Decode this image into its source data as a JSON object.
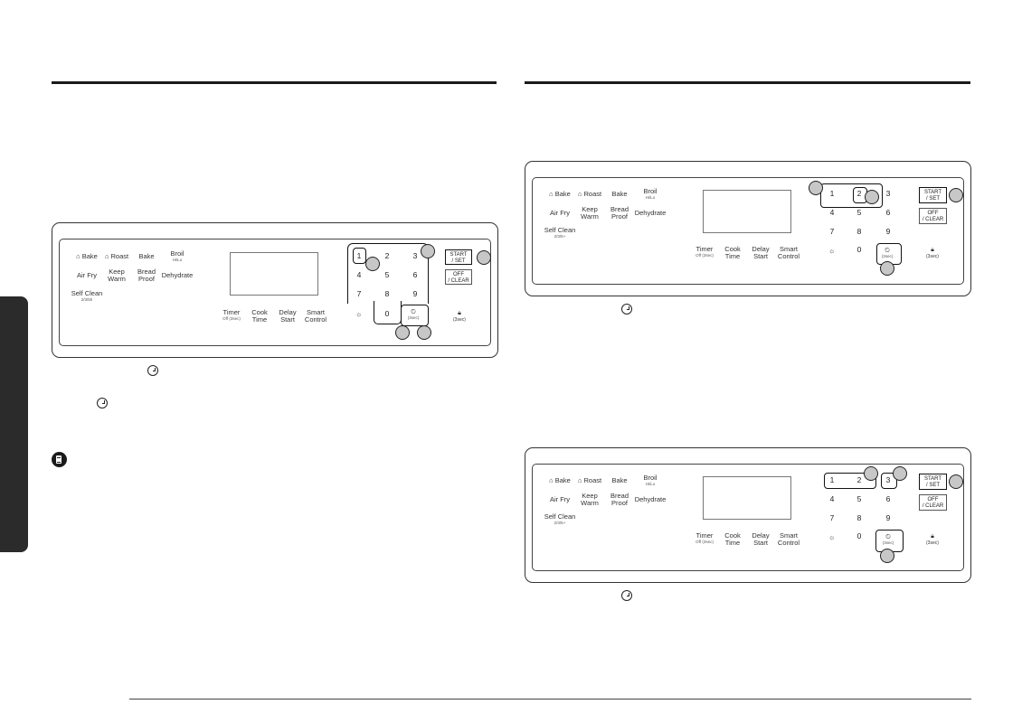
{
  "panel": {
    "modes": {
      "bake_icon": "Bake",
      "roast": "Roast",
      "bake": "Bake",
      "broil": "Broil",
      "broil_sub": "Hi/Lo",
      "air_fry": "Air Fry",
      "keep_warm": "Keep\nWarm",
      "bread_proof": "Bread\nProof",
      "dehydrate": "Dehydrate",
      "self_clean": "Self Clean",
      "self_clean_sub_a": "2/3/5h",
      "self_clean_sub_b": "2/3/5+"
    },
    "functions": {
      "timer": "Timer",
      "timer_sub": "Off (3sec)",
      "cook_time": "Cook\nTime",
      "delay_start": "Delay\nStart",
      "smart_control": "Smart\nControl"
    },
    "keys": [
      "1",
      "2",
      "3",
      "4",
      "5",
      "6",
      "7",
      "8",
      "9",
      "0"
    ],
    "start_label": "START",
    "set_label": "/ SET",
    "off_label": "OFF",
    "clear_label": "/ CLEAR",
    "clock_hold": "(3sec)",
    "lock_hold": "(3sec)"
  }
}
